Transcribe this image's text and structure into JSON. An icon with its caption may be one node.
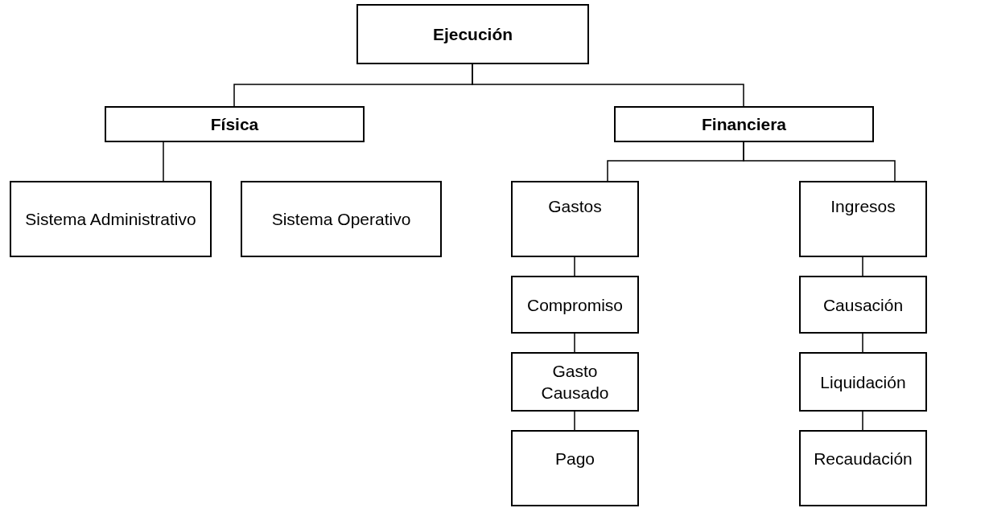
{
  "diagram": {
    "nodes": [
      {
        "text": [
          "Ejecución"
        ]
      },
      {
        "text": [
          "Física"
        ]
      },
      {
        "text": [
          "Financiera"
        ]
      },
      {
        "text": [
          "Sistema Administrativo"
        ]
      },
      {
        "text": [
          "Sistema Operativo"
        ]
      },
      {
        "text": [
          "Gastos"
        ]
      },
      {
        "text": [
          "Ingresos"
        ]
      },
      {
        "text": [
          "Compromiso"
        ]
      },
      {
        "text": [
          "Causación"
        ]
      },
      {
        "text": [
          "Gasto Causado"
        ]
      },
      {
        "text": [
          "Liquidación"
        ]
      },
      {
        "text": [
          "Pago"
        ]
      },
      {
        "text": [
          "Recaudación"
        ]
      }
    ],
    "edges": [
      {
        "from": 0,
        "to": 1,
        "arrow": "none"
      },
      {
        "from": 0,
        "to": 2,
        "arrow": "none"
      },
      {
        "from": 1,
        "to": 3,
        "arrow": "none"
      },
      {
        "from": 2,
        "to": 5,
        "arrow": "none"
      },
      {
        "from": 2,
        "to": 6,
        "arrow": "none"
      },
      {
        "from": 5,
        "to": 7,
        "arrow": "none"
      },
      {
        "from": 7,
        "to": 9,
        "arrow": "none"
      },
      {
        "from": 9,
        "to": 11,
        "arrow": "none"
      },
      {
        "from": 6,
        "to": 8,
        "arrow": "none"
      },
      {
        "from": 8,
        "to": 10,
        "arrow": "none"
      },
      {
        "from": 10,
        "to": 12,
        "arrow": "none"
      }
    ]
  }
}
